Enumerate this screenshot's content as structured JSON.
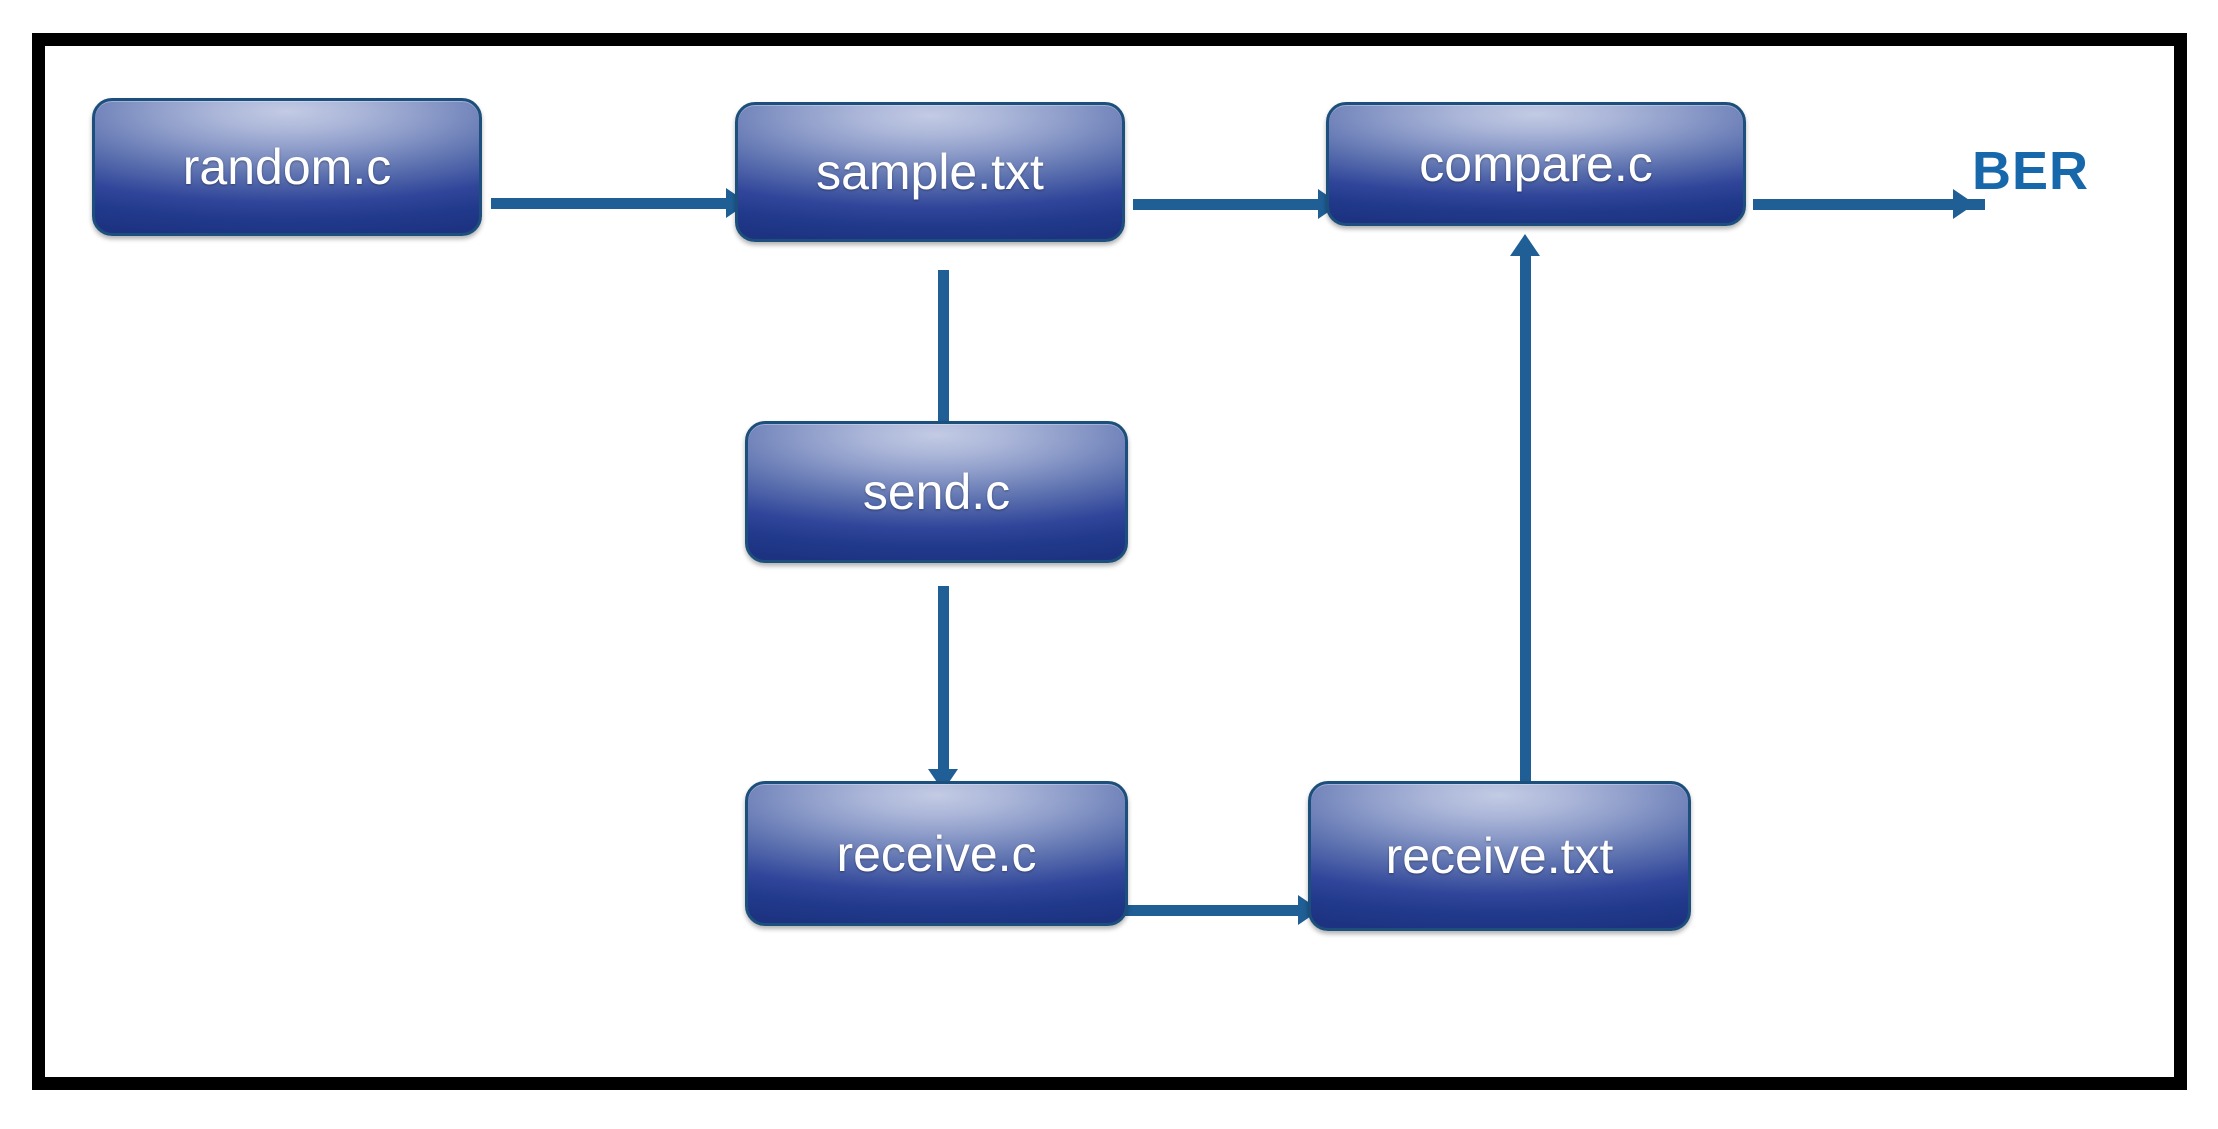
{
  "diagram": {
    "title": "BER measurement toolchain block diagram",
    "frame": {
      "border_color": "#000000",
      "background": "#ffffff"
    },
    "palette": {
      "node_border": "#1d4f7c",
      "node_gradient_light": "#c3cbe4",
      "node_gradient_dark": "#1d3382",
      "node_text": "#ffffff",
      "connector": "#1f5f96",
      "output_text": "#1767ab"
    },
    "nodes": [
      {
        "id": "random",
        "label": "random.c",
        "role": "source-program"
      },
      {
        "id": "sample",
        "label": "sample.txt",
        "role": "data-file"
      },
      {
        "id": "compare",
        "label": "compare.c",
        "role": "source-program"
      },
      {
        "id": "send",
        "label": "send.c",
        "role": "source-program"
      },
      {
        "id": "receive",
        "label": "receive.c",
        "role": "source-program"
      },
      {
        "id": "receive_txt",
        "label": "receive.txt",
        "role": "data-file"
      }
    ],
    "outputs": [
      {
        "id": "ber",
        "label": "BER"
      }
    ],
    "edges": [
      {
        "from": "random",
        "to": "sample",
        "direction": "right"
      },
      {
        "from": "sample",
        "to": "compare",
        "direction": "right"
      },
      {
        "from": "sample",
        "to": "send",
        "direction": "down"
      },
      {
        "from": "send",
        "to": "receive",
        "direction": "down"
      },
      {
        "from": "receive",
        "to": "receive_txt",
        "direction": "right"
      },
      {
        "from": "receive_txt",
        "to": "compare",
        "direction": "up"
      },
      {
        "from": "compare",
        "to": "ber",
        "direction": "right"
      }
    ]
  }
}
